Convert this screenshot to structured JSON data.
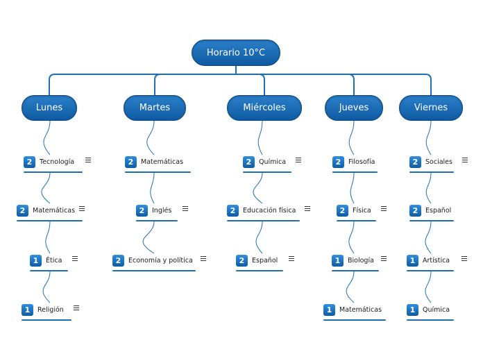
{
  "root": {
    "label": "Horario 10°C"
  },
  "days": [
    {
      "label": "Lunes",
      "subjects": [
        {
          "badge": "2",
          "label": "Tecnología",
          "has_menu": true
        },
        {
          "badge": "2",
          "label": "Matemáticas",
          "has_menu": true
        },
        {
          "badge": "1",
          "label": "Ética",
          "has_menu": true
        },
        {
          "badge": "1",
          "label": "Religión",
          "has_menu": true
        }
      ]
    },
    {
      "label": "Martes",
      "subjects": [
        {
          "badge": "2",
          "label": "Matemáticas",
          "has_menu": false
        },
        {
          "badge": "2",
          "label": "Inglés",
          "has_menu": true
        },
        {
          "badge": "2",
          "label": "Economía y política",
          "has_menu": true
        }
      ]
    },
    {
      "label": "Miércoles",
      "subjects": [
        {
          "badge": "2",
          "label": "Química",
          "has_menu": true
        },
        {
          "badge": "2",
          "label": "Educación física",
          "has_menu": true
        },
        {
          "badge": "2",
          "label": "Español",
          "has_menu": true
        }
      ]
    },
    {
      "label": "Jueves",
      "subjects": [
        {
          "badge": "2",
          "label": "Filosofía",
          "has_menu": false
        },
        {
          "badge": "2",
          "label": "Física",
          "has_menu": true
        },
        {
          "badge": "1",
          "label": "Biología",
          "has_menu": true
        },
        {
          "badge": "1",
          "label": "Matemáticas",
          "has_menu": false
        }
      ]
    },
    {
      "label": "Viernes",
      "subjects": [
        {
          "badge": "2",
          "label": "Sociales",
          "has_menu": true
        },
        {
          "badge": "2",
          "label": "Español",
          "has_menu": false
        },
        {
          "badge": "1",
          "label": "Artística",
          "has_menu": true
        },
        {
          "badge": "1",
          "label": "Química",
          "has_menu": false
        }
      ]
    }
  ],
  "colors": {
    "node": "#1565b0",
    "connector": "#1d6fb5",
    "underline": "#1d6fb5"
  }
}
